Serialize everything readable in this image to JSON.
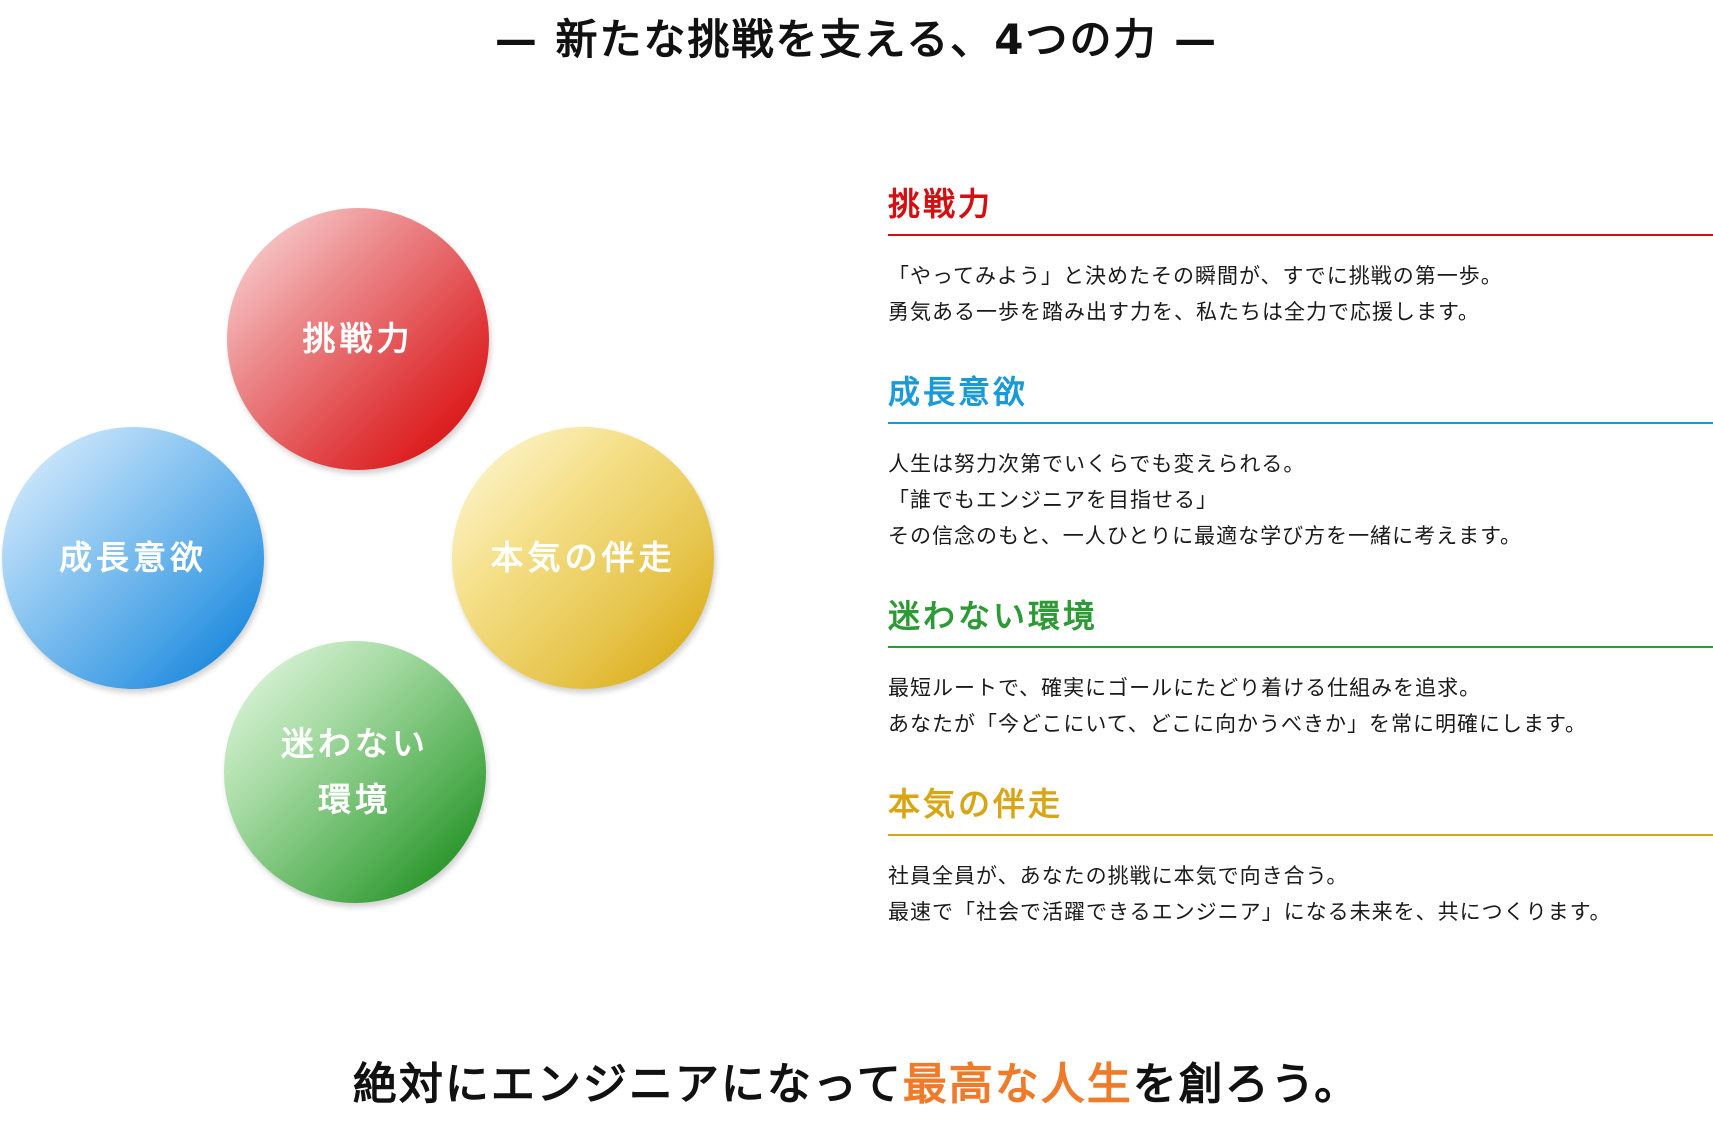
{
  "header": {
    "title": "— 新たな挑戦を支える、4つの力 —"
  },
  "circles": [
    {
      "label_lines": [
        "挑戦力"
      ],
      "color": "#d80000"
    },
    {
      "label_lines": [
        "成長意欲"
      ],
      "color": "#0078d7"
    },
    {
      "label_lines": [
        "本気の伴走"
      ],
      "color": "#d4a000"
    },
    {
      "label_lines": [
        "迷わない",
        "環境"
      ],
      "color": "#0a820a"
    }
  ],
  "sections": [
    {
      "title": "挑戦力",
      "color": "#d30f12",
      "lines": [
        "「やってみよう」と決めたその瞬間が、すでに挑戦の第一歩。",
        "勇気ある一歩を踏み出す力を、私たちは全力で応援します。"
      ]
    },
    {
      "title": "成長意欲",
      "color": "#1a9ad6",
      "lines": [
        "人生は努力次第でいくらでも変えられる。",
        "「誰でもエンジニアを目指せる」",
        "その信念のもと、一人ひとりに最適な学び方を一緒に考えます。"
      ]
    },
    {
      "title": "迷わない環境",
      "color": "#2e9a35",
      "lines": [
        "最短ルートで、確実にゴールにたどり着ける仕組みを追求。",
        "あなたが「今どこにいて、どこに向かうべきか」を常に明確にします。"
      ]
    },
    {
      "title": "本気の伴走",
      "color": "#d8a614",
      "lines": [
        "社員全員が、あなたの挑戦に本気で向き合う。",
        "最速で「社会で活躍できるエンジニア」になる未来を、共につくります。"
      ]
    }
  ],
  "tagline": {
    "before": "絶対にエンジニアになって",
    "highlight": "最高な人生",
    "after": "を創ろう。",
    "highlight_color": "#ef7b2a"
  }
}
